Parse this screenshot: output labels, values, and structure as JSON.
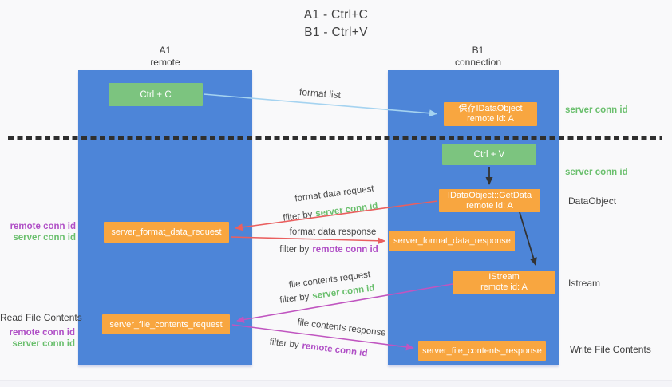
{
  "title": {
    "line1": "A1 - Ctrl+C",
    "line2": "B1 - Ctrl+V"
  },
  "colors": {
    "lifeline_blue": "#4d85d8",
    "box_green": "#7cc47f",
    "box_orange": "#f8a640",
    "arrow_light_blue": "#a5d3f0",
    "arrow_red": "#ea5f5f",
    "arrow_magenta": "#c055c0",
    "arrow_black": "#333333",
    "text_green": "#6abf6d",
    "text_purple": "#b04fc6",
    "text_dark": "#3f3f3f"
  },
  "columns": {
    "left": {
      "title": "A1",
      "subtitle": "remote"
    },
    "right": {
      "title": "B1",
      "subtitle": "connection"
    }
  },
  "boxes": {
    "ctrl_c": {
      "label": "Ctrl + C"
    },
    "save_idataobject": {
      "line1": "保存IDataObject",
      "line2": "remote id: A"
    },
    "ctrl_v": {
      "label": "Ctrl + V"
    },
    "getdata": {
      "line1": "IDataObject::GetData",
      "line2": "remote id: A"
    },
    "format_request": {
      "label": "server_format_data_request"
    },
    "format_response": {
      "label": "server_format_data_response"
    },
    "istream": {
      "line1": "IStream",
      "line2": "remote id: A"
    },
    "file_request": {
      "label": "server_file_contents_request"
    },
    "file_response": {
      "label": "server_file_contents_response"
    }
  },
  "arrow_labels": {
    "format_list": "format list",
    "format_data_request": "format data request",
    "format_data_response": "format data response",
    "file_contents_request": "file contents request",
    "file_contents_response": "file contents response",
    "filter_by": "filter by",
    "server_conn_id": "server conn id",
    "remote_conn_id": "remote conn id"
  },
  "side_labels": {
    "server_conn_id_right_top": "server conn id",
    "server_conn_id_right_mid": "server conn id",
    "dataobject": "DataObject",
    "istream": "Istream",
    "write_file_contents": "Write File Contents",
    "remote_conn_id_left_top": "remote conn id",
    "server_conn_id_left_top": "server conn id",
    "read_file_contents": "Read File Contents",
    "remote_conn_id_left_bottom": "remote conn id",
    "server_conn_id_left_bottom": "server conn id"
  }
}
